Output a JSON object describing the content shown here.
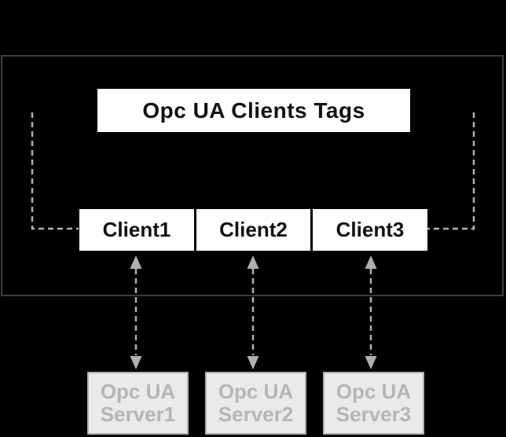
{
  "diagram": {
    "title_box": {
      "label": "Opc UA Clients Tags"
    },
    "clients": [
      {
        "label": "Client1"
      },
      {
        "label": "Client2"
      },
      {
        "label": "Client3"
      }
    ],
    "servers": [
      {
        "line1": "Opc UA",
        "line2": "Server1"
      },
      {
        "line1": "Opc UA",
        "line2": "Server2"
      },
      {
        "line1": "Opc UA",
        "line2": "Server3"
      }
    ]
  },
  "colors": {
    "background": "#000000",
    "outer_border": "#3d3d3d",
    "client_box_fill": "#ffffff",
    "client_text": "#111111",
    "dashed_line": "#b0b0b0",
    "server_fill": "#eaeaea",
    "server_border": "#b0b0b0",
    "server_text": "#b5b5b5"
  }
}
